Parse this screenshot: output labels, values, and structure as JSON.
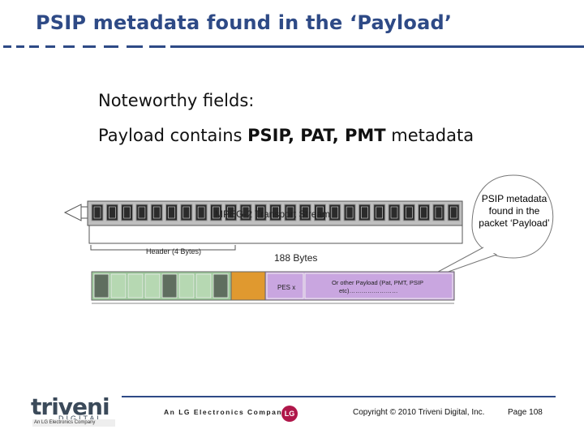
{
  "slide": {
    "title": "PSIP metadata found in the ‘Payload’",
    "bullets": [
      "Noteworthy fields:",
      "Payload contains "
    ],
    "bullet2_bold": "PSIP, PAT, PMT",
    "bullet2_tail": " metadata"
  },
  "diagram": {
    "stream_label": "MPEG-2 Transport Stream",
    "header_label": "Header (4 Bytes)",
    "bytes_label": "188 Bytes",
    "pes_label": "PES x",
    "payload_label_line1": "Or other Payload (Pat, PMT, PSIP",
    "payload_label_line2": "etc)……………………",
    "callout_text": "PSIP metadata found in the packet ‘Payload’"
  },
  "footer": {
    "logo_name": "triveni",
    "logo_sub": "DIGITAL",
    "logo_tag": "An LG Electronics Company",
    "lg_company": "An LG Electronics Company",
    "lg_logo_text": "LG",
    "copyright": "Copyright © 2010 Triveni Digital, Inc.",
    "page": "Page 108"
  },
  "colors": {
    "title": "#2e4a86",
    "packet_green": "#9ec99c",
    "payload_purple": "#c9a6e0",
    "pes_orange": "#e0992f"
  }
}
